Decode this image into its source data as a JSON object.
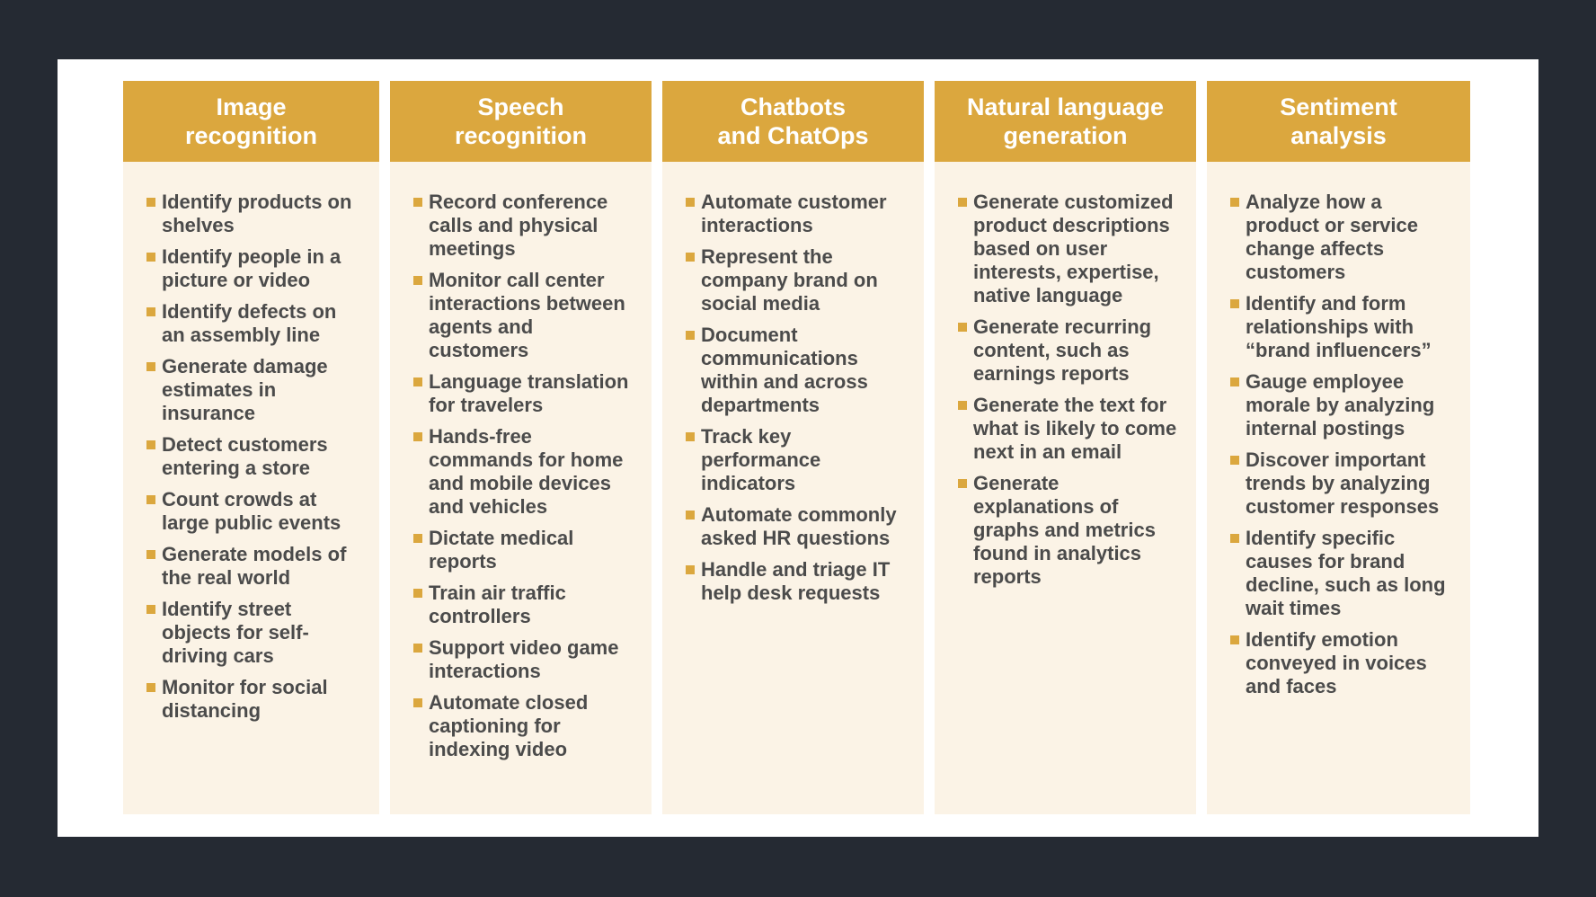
{
  "columns": [
    {
      "title": "Image\nrecognition",
      "items": [
        "Identify products on shelves",
        "Identify people in a picture or video",
        "Identify defects on an assembly line",
        "Generate damage estimates in insurance",
        "Detect customers entering a store",
        "Count crowds at large public events",
        "Generate models of the real world",
        "Identify street objects for self-driving cars",
        "Monitor for social distancing"
      ]
    },
    {
      "title": "Speech\nrecognition",
      "items": [
        "Record conference calls and physical meetings",
        "Monitor call center interactions between agents and customers",
        "Language translation for travelers",
        "Hands-free commands for home and mobile devices and vehicles",
        "Dictate medical reports",
        "Train air traffic controllers",
        "Support video game interactions",
        "Automate closed captioning for indexing video"
      ]
    },
    {
      "title": "Chatbots\nand ChatOps",
      "items": [
        "Automate customer interactions",
        "Represent the company brand on social media",
        "Document communications within and across departments",
        "Track key performance indicators",
        "Automate commonly asked HR questions",
        "Handle and triage IT help desk requests"
      ]
    },
    {
      "title": "Natural language\ngeneration",
      "items": [
        "Generate customized product descriptions based on user interests, expertise, native language",
        "Generate recurring content, such as earnings reports",
        "Generate the text for what is likely to come next in an email",
        "Generate explanations of graphs and metrics found in analytics reports"
      ]
    },
    {
      "title": "Sentiment\nanalysis",
      "items": [
        "Analyze how a product or service change affects customers",
        "Identify and form relationships with “brand influencers”",
        "Gauge employee morale by analyzing internal postings",
        "Discover important trends by analyzing customer responses",
        "Identify specific causes for brand decline, such as long wait times",
        "Identify emotion conveyed in voices and faces"
      ]
    }
  ],
  "colors": {
    "background": "#252a33",
    "header": "#dba73e",
    "column_fill": "#fbf3e6",
    "text": "#4b4b4b",
    "bullet": "#dba73e"
  }
}
